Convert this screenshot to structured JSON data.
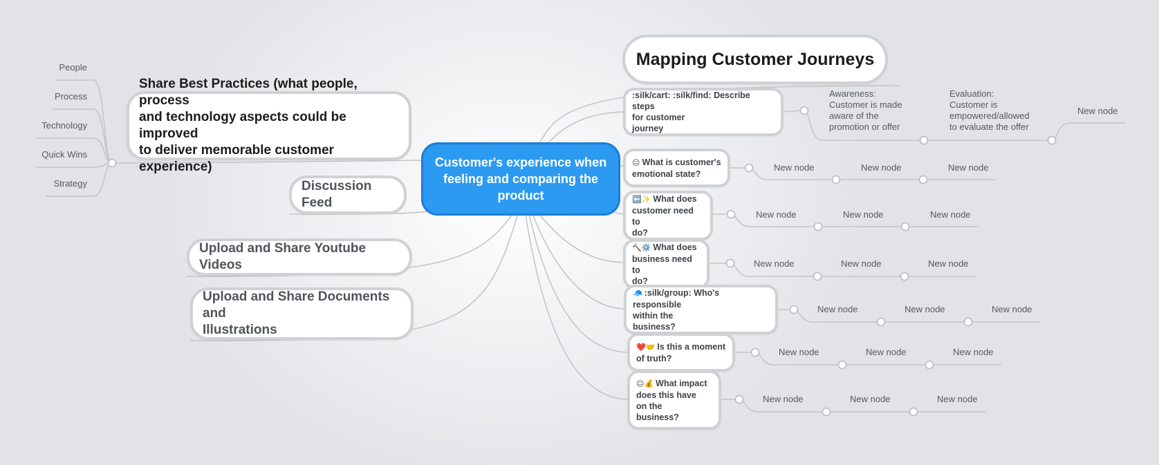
{
  "center": {
    "line1": "Customer's experience when",
    "line2": "feeling and comparing the",
    "line3": "product"
  },
  "title": "Mapping Customer Journeys",
  "left_topics": {
    "best_practices": {
      "line1": "Share Best Practices (what people, process",
      "line2": "and technology aspects could be improved",
      "line3": "to deliver memorable customer experience)"
    },
    "discussion": "Discussion Feed",
    "youtube": "Upload and Share Youtube Videos",
    "documents": {
      "line1": "Upload and Share Documents and",
      "line2": "Illustrations"
    }
  },
  "practice_items": [
    "People",
    "Process",
    "Technology",
    "Quick Wins",
    "Strategy"
  ],
  "steps": {
    "describe": {
      "line1": ":silk/cart: :silk/find: Describe steps",
      "line2": "for customer",
      "line3": "journey"
    },
    "emotional": {
      "icon": "😐",
      "line1": "What is customer's",
      "line2": "emotional state?"
    },
    "customer_need": {
      "icon": "⬅️✨",
      "line1": "What does",
      "line2": "customer need to",
      "line3": "do?"
    },
    "business_need": {
      "icon": "🔨⚙️",
      "line1": "What does",
      "line2": "business need to",
      "line3": "do?"
    },
    "responsible": {
      "icon": "🧢",
      "line1": ":silk/group: Who's responsible",
      "line2": "within the",
      "line3": "business?"
    },
    "truth": {
      "icon": "❤️🤝",
      "line1": "Is this a moment",
      "line2": "of truth?"
    },
    "impact": {
      "icon": "😐💰",
      "line1": "What impact",
      "line2": "does this have",
      "line3": "on the",
      "line4": "business?"
    }
  },
  "journey": {
    "awareness": {
      "line1": "Awareness:",
      "line2": "Customer is made",
      "line3": "aware of the",
      "line4": "promotion or offer"
    },
    "evaluation": {
      "line1": "Evaluation:",
      "line2": "Customer is",
      "line3": "empowered/allowed",
      "line4": "to evaluate the offer"
    },
    "new_node": "New node"
  },
  "new_node_label": "New node",
  "colors": {
    "center_fill": "#2c9af0",
    "node_border": "#cfd1d5",
    "link": "#c3c5c9"
  }
}
